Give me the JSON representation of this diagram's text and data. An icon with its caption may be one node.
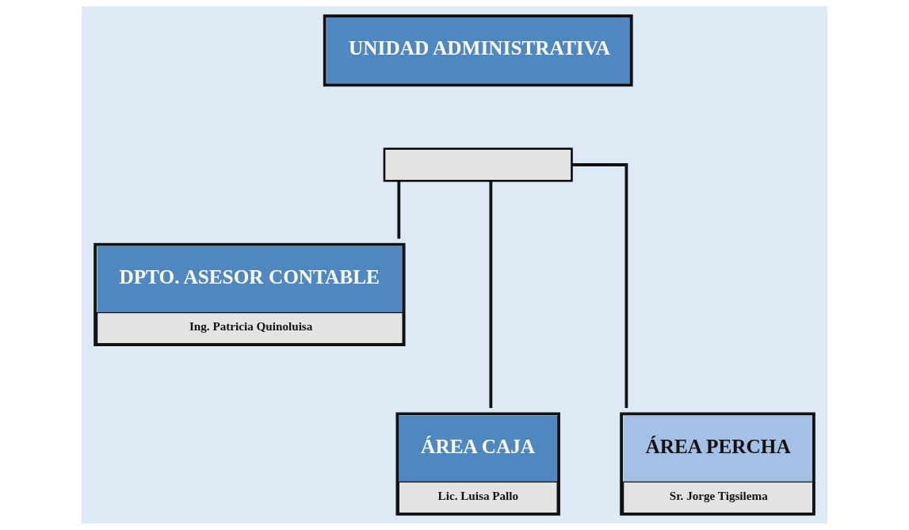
{
  "diagram": {
    "nodes": [
      {
        "text": [
          "UNIDAD ADMINISTRATIVA"
        ]
      },
      {
        "text": [],
        "shape": "box"
      },
      {
        "text": [
          "DPTO. ASESOR CONTABLE",
          "Ing. Patricia Quinoluisa"
        ]
      },
      {
        "text": [
          "ÁREA CAJA",
          "Lic. Luisa Pallo"
        ]
      },
      {
        "text": [
          "ÁREA PERCHA",
          "Sr. Jorge Tigsilema"
        ]
      }
    ],
    "edges": [
      {
        "from": 1,
        "to": 2,
        "arrow": "none"
      },
      {
        "from": 1,
        "to": 3,
        "arrow": "none"
      },
      {
        "from": 1,
        "to": 4,
        "arrow": "none"
      }
    ]
  }
}
